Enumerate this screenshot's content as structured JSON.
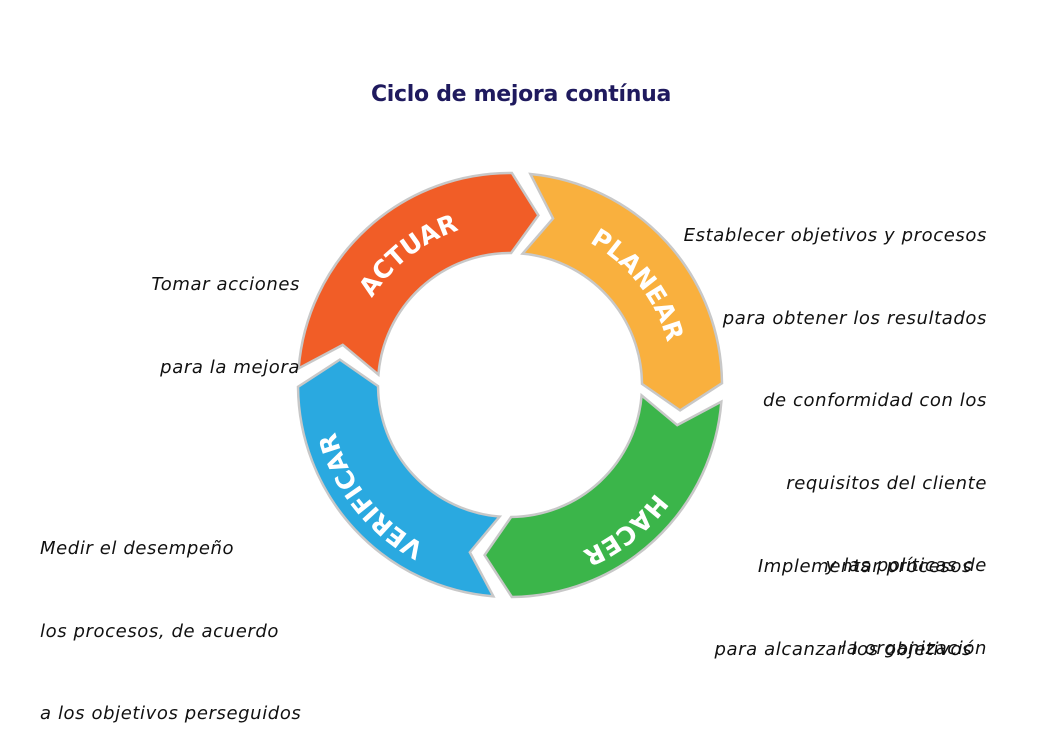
{
  "title": "Ciclo de mejora contínua",
  "phases": [
    {
      "id": "planear",
      "label": "PLANEAR",
      "color": "#f9b03e",
      "description": [
        "Establecer objetivos y procesos",
        "para obtener los resultados",
        "de conformidad con los",
        "requisitos del cliente",
        "y las políticas de",
        "la organización"
      ]
    },
    {
      "id": "hacer",
      "label": "HACER",
      "color": "#3bb54a",
      "description": [
        "Implementar procesos",
        "para alcanzar los objetivos"
      ]
    },
    {
      "id": "verificar",
      "label": "VERIFICAR",
      "color": "#2aa9e0",
      "description": [
        "Medir el desempeño",
        "los procesos, de acuerdo",
        "a los objetivos perseguidos"
      ]
    },
    {
      "id": "actuar",
      "label": "ACTUAR",
      "color": "#f15d27",
      "description": [
        "Tomar acciones",
        "para la mejora"
      ]
    }
  ],
  "outline_color": "#c8c8c8"
}
